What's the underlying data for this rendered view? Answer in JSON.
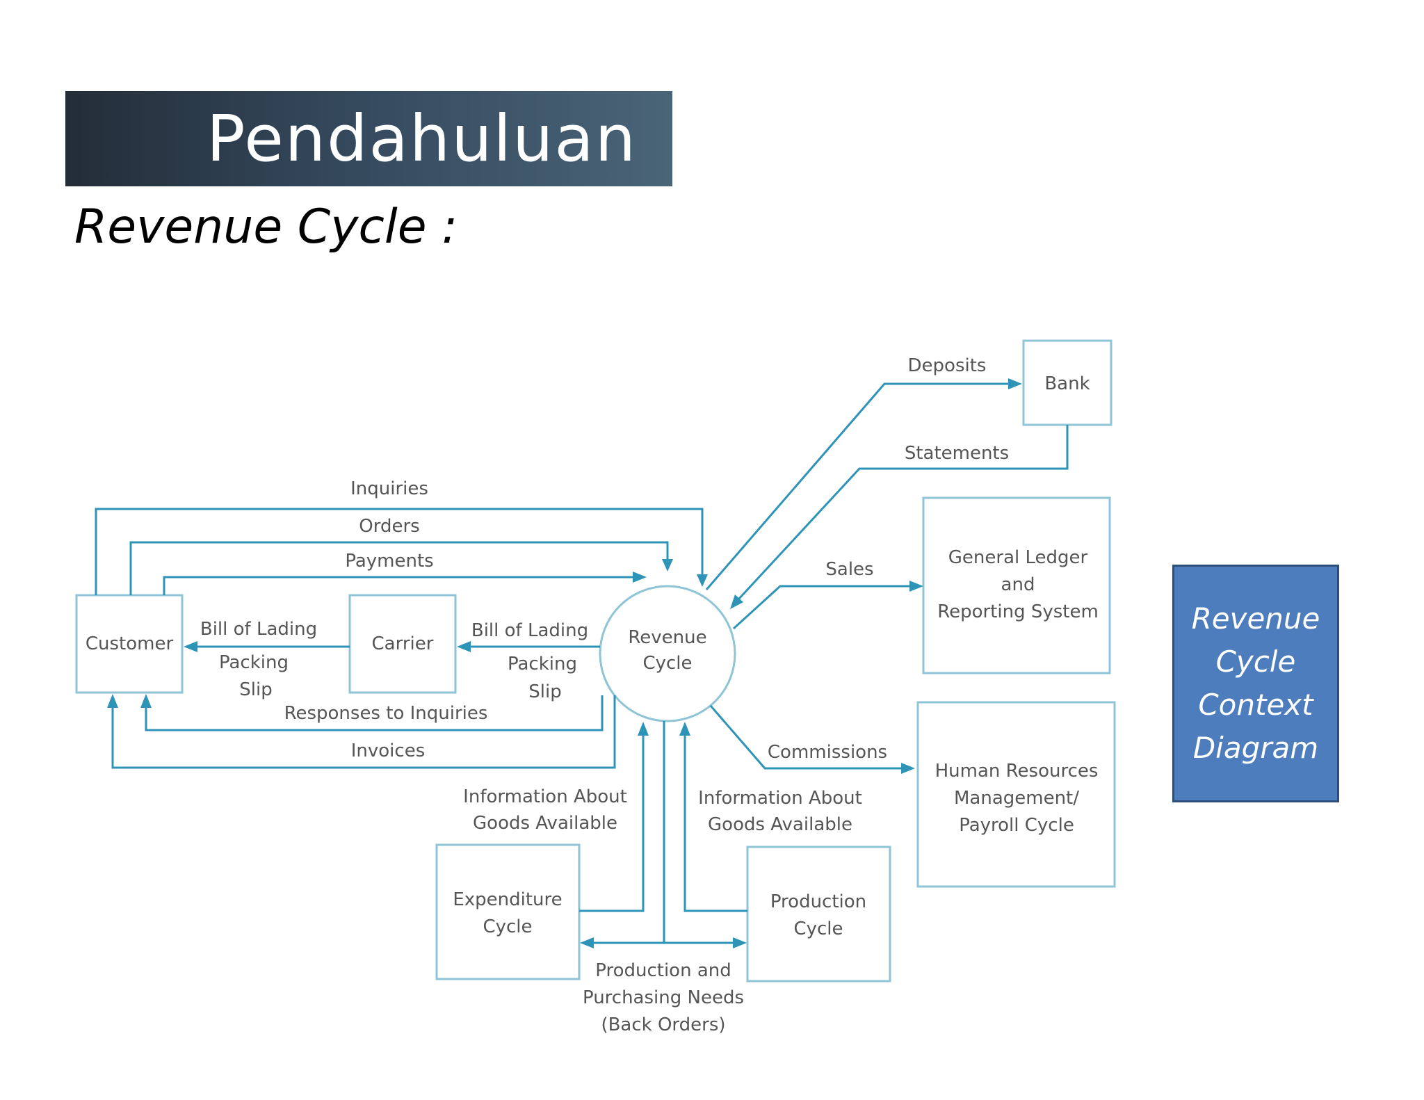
{
  "slide": {
    "title": "Pendahuluan",
    "subtitle": "Revenue Cycle :"
  },
  "side_note": {
    "lines": [
      "Revenue",
      "Cycle",
      "Context",
      "Diagram"
    ],
    "background": "#4d7dbd"
  },
  "diagram": {
    "colors": {
      "flow": "#2d94b8",
      "box_border": "#8ec4d6",
      "text": "#555555"
    },
    "entities": {
      "customer": [
        "Customer"
      ],
      "carrier": [
        "Carrier"
      ],
      "revenue": [
        "Revenue",
        "Cycle"
      ],
      "bank": [
        "Bank"
      ],
      "gl": [
        "General Ledger",
        "and",
        "Reporting System"
      ],
      "hr": [
        "Human Resources",
        "Management/",
        "Payroll Cycle"
      ],
      "expenditure": [
        "Expenditure",
        "Cycle"
      ],
      "production": [
        "Production",
        "Cycle"
      ]
    },
    "flows": {
      "inquiries": "Inquiries",
      "orders": "Orders",
      "payments": "Payments",
      "bol_customer": [
        "Bill of Lading",
        "Packing",
        "Slip"
      ],
      "bol_carrier": [
        "Bill of Lading",
        "Packing",
        "Slip"
      ],
      "responses": "Responses to Inquiries",
      "invoices": "Invoices",
      "deposits": "Deposits",
      "statements": "Statements",
      "sales": "Sales",
      "commissions": "Commissions",
      "info_expenditure": [
        "Information About",
        "Goods Available"
      ],
      "info_production": [
        "Information About",
        "Goods Available"
      ],
      "needs": [
        "Production and",
        "Purchasing Needs",
        "(Back Orders)"
      ]
    }
  }
}
